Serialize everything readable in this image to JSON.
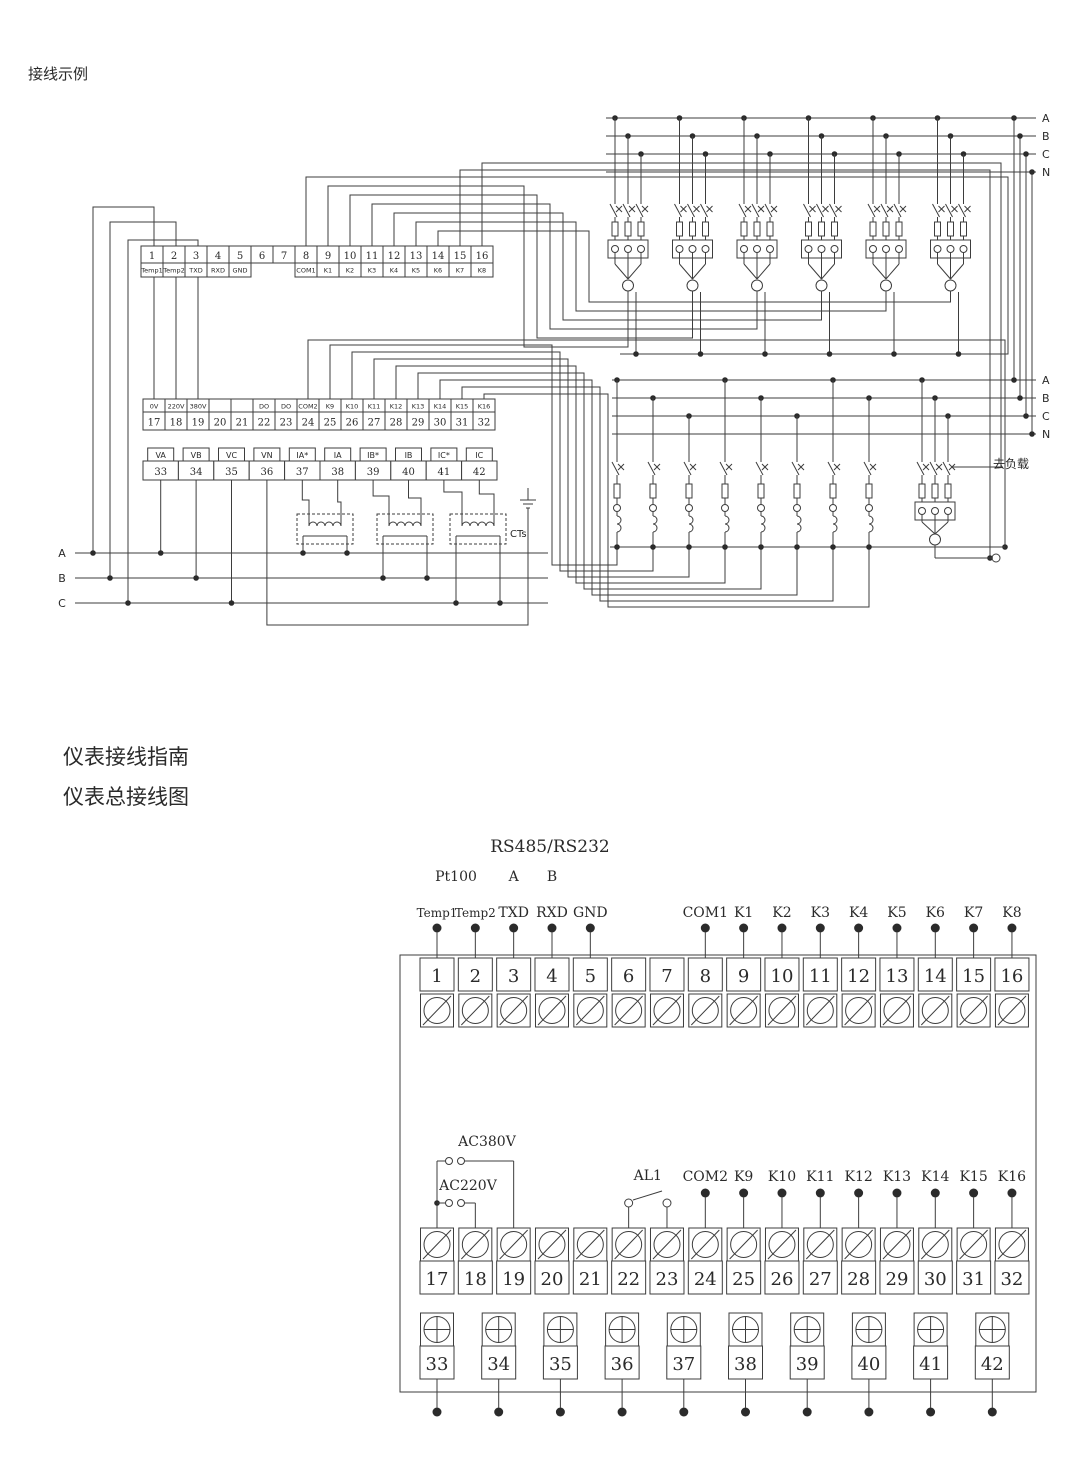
{
  "titles": {
    "wiring_example": "接线示例",
    "guide": "仪表接线指南",
    "overall": "仪表总接线图"
  },
  "top_diagram": {
    "bus1_labels": [
      "A",
      "B",
      "C",
      "N"
    ],
    "bus2_labels": [
      "A",
      "B",
      "C",
      "N"
    ],
    "phase_labels": [
      "A",
      "B",
      "C"
    ],
    "to_load": "去负载",
    "cts": "CTs",
    "strip1": {
      "numbers": [
        "1",
        "2",
        "3",
        "4",
        "5",
        "6",
        "7",
        "8",
        "9",
        "10",
        "11",
        "12",
        "13",
        "14",
        "15",
        "16"
      ],
      "labels": [
        "Temp1",
        "Temp2",
        "TXD",
        "RXD",
        "GND",
        "",
        "",
        "COM1",
        "K1",
        "K2",
        "K3",
        "K4",
        "K5",
        "K6",
        "K7",
        "K8"
      ]
    },
    "strip2": {
      "labels": [
        "0V",
        "220V",
        "380V",
        "",
        "",
        "DO",
        "DO",
        "COM2",
        "K9",
        "K10",
        "K11",
        "K12",
        "K13",
        "K14",
        "K15",
        "K16"
      ],
      "numbers": [
        "17",
        "18",
        "19",
        "20",
        "21",
        "22",
        "23",
        "24",
        "25",
        "26",
        "27",
        "28",
        "29",
        "30",
        "31",
        "32"
      ]
    },
    "strip3": {
      "labels": [
        "VA",
        "VB",
        "VC",
        "VN",
        "IA*",
        "IA",
        "IB*",
        "IB",
        "IC*",
        "IC"
      ],
      "numbers": [
        "33",
        "34",
        "35",
        "36",
        "37",
        "38",
        "39",
        "40",
        "41",
        "42"
      ]
    }
  },
  "bottom_diagram": {
    "rs_label": "RS485/RS232",
    "pt100": "Pt100",
    "rs_a": "A",
    "rs_b": "B",
    "row1_labels": [
      "Temp1",
      "Temp2",
      "TXD",
      "RXD",
      "GND",
      "",
      "",
      "COM1",
      "K1",
      "K2",
      "K3",
      "K4",
      "K5",
      "K6",
      "K7",
      "K8"
    ],
    "row1_numbers": [
      "1",
      "2",
      "3",
      "4",
      "5",
      "6",
      "7",
      "8",
      "9",
      "10",
      "11",
      "12",
      "13",
      "14",
      "15",
      "16"
    ],
    "ac380": "AC380V",
    "ac220": "AC220V",
    "al1": "AL1",
    "row2_labels": [
      "",
      "",
      "",
      "",
      "",
      "",
      "",
      "COM2",
      "K9",
      "K10",
      "K11",
      "K12",
      "K13",
      "K14",
      "K15",
      "K16"
    ],
    "row2_numbers": [
      "17",
      "18",
      "19",
      "20",
      "21",
      "22",
      "23",
      "24",
      "25",
      "26",
      "27",
      "28",
      "29",
      "30",
      "31",
      "32"
    ],
    "row3_numbers": [
      "33",
      "34",
      "35",
      "36",
      "37",
      "38",
      "39",
      "40",
      "41",
      "42"
    ]
  }
}
